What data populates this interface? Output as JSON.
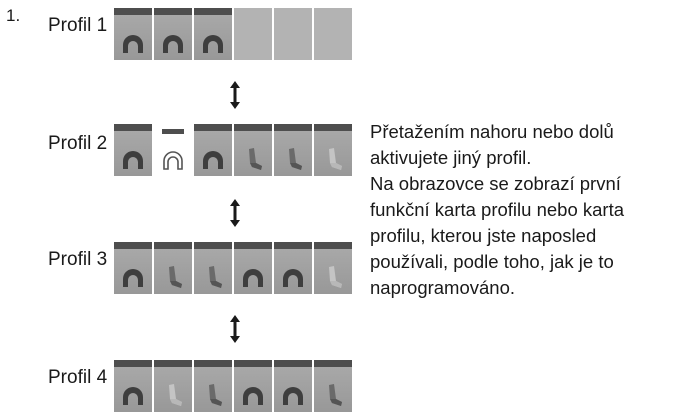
{
  "step_number": "1.",
  "profiles": [
    {
      "label": "Profil 1",
      "cards": [
        "arch",
        "arch",
        "arch",
        "fill",
        "fill",
        "fill"
      ]
    },
    {
      "label": "Profil 2",
      "cards": [
        "arch",
        "arch-active",
        "arch",
        "seat-back",
        "seat-back",
        "seat-light"
      ]
    },
    {
      "label": "Profil 3",
      "cards": [
        "arch",
        "seat-back",
        "seat-back",
        "arch",
        "arch",
        "seat-light"
      ]
    },
    {
      "label": "Profil 4",
      "cards": [
        "arch",
        "seat-light",
        "seat-back",
        "arch",
        "arch",
        "seat-back"
      ]
    }
  ],
  "arrow_icon": "up-down-arrow-icon",
  "description": {
    "paragraph1": "Přetažením nahoru nebo dolů aktivujete jiný profil.",
    "paragraph2": "Na obrazovce se zobrazí první funkční karta profilu nebo karta profilu, kterou jste naposled používali, podle toho, jak je to naprogramováno."
  }
}
